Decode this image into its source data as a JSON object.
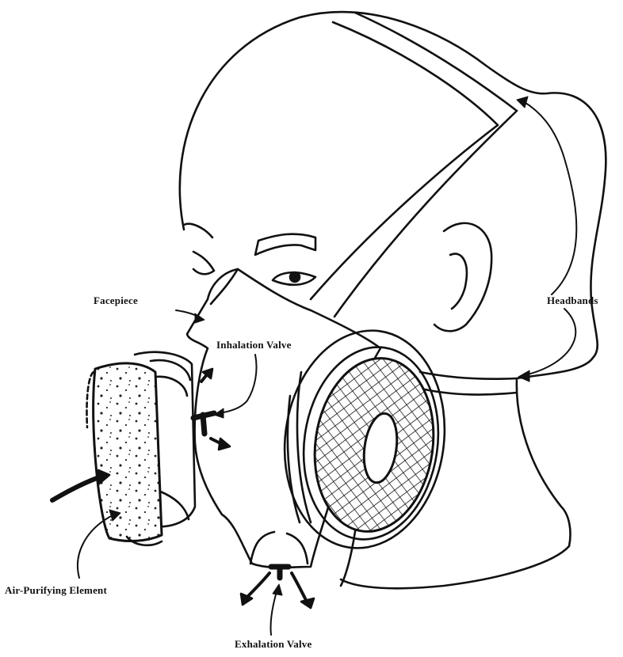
{
  "labels": {
    "facepiece": "Facepiece",
    "inhalation_valve": "Inhalation Valve",
    "headbands": "Headbands",
    "air_purifying_element": "Air-Purifying Element",
    "exhalation_valve": "Exhalation Valve"
  },
  "colors": {
    "line": "#111111",
    "background": "#ffffff"
  }
}
